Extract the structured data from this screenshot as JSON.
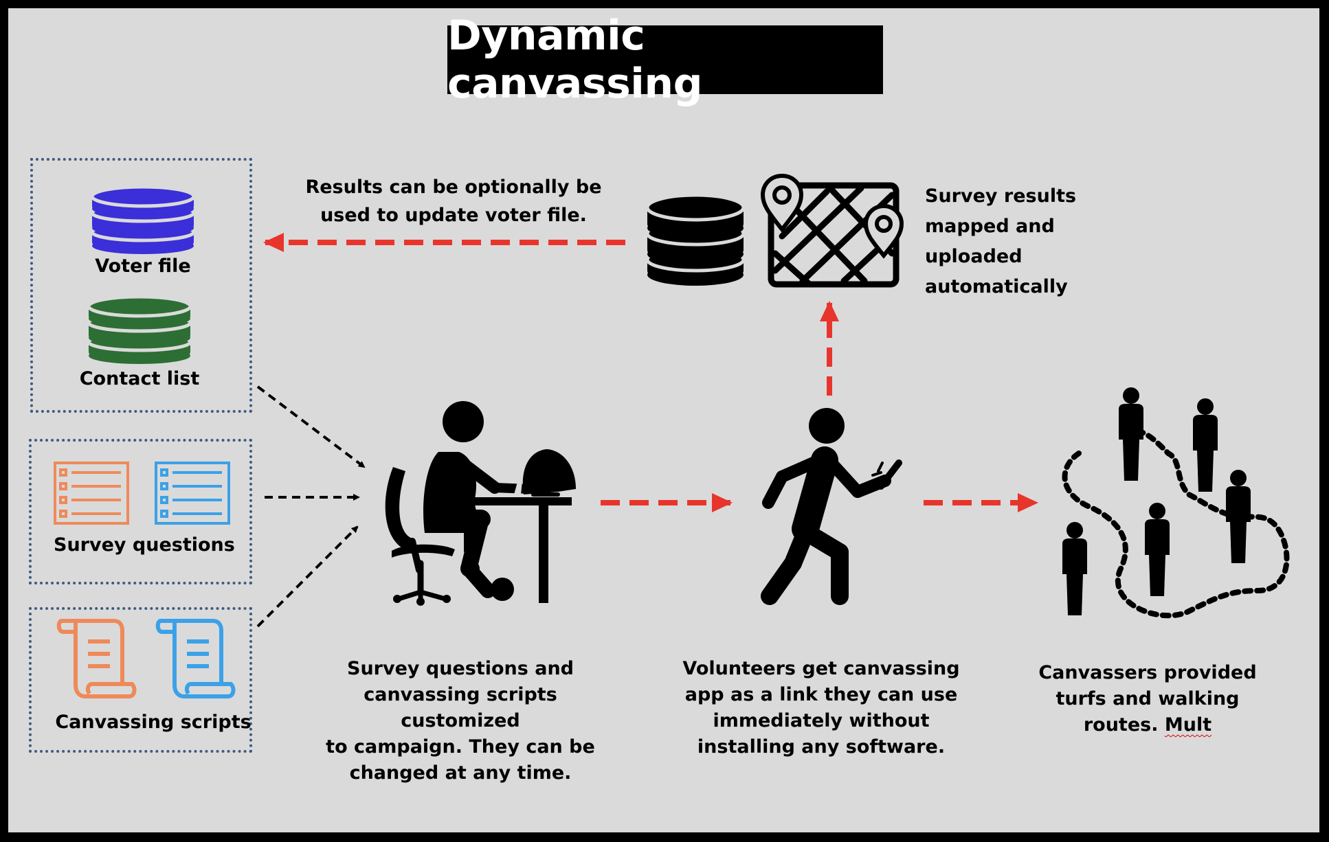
{
  "title": "Dynamic canvassing",
  "inputs": {
    "voter_file": "Voter file",
    "contact_list": "Contact list",
    "survey_questions": "Survey questions",
    "canvassing_scripts": "Canvassing scripts"
  },
  "notes": {
    "results_update_line1": "Results can be optionally be",
    "results_update_line2": "used to update voter file.",
    "survey_results_line1": "Survey results",
    "survey_results_line2": "mapped and",
    "survey_results_line3": "uploaded",
    "survey_results_line4": "automatically",
    "customized_line1": "Survey questions and",
    "customized_line2": "canvassing scripts customized",
    "customized_line3": "to campaign. They can be",
    "customized_line4": "changed at any time.",
    "volunteers_line1": "Volunteers get canvassing",
    "volunteers_line2": "app as a link they can use",
    "volunteers_line3": "immediately without",
    "volunteers_line4": "installing any software.",
    "canvassers_line1": "Canvassers provided",
    "canvassers_line2": "turfs and walking",
    "canvassers_line3_a": "routes. ",
    "canvassers_line3_b": "Mult"
  },
  "icons": {
    "voter_db": "database-icon",
    "contact_db": "database-icon",
    "survey_forms": "form-list-icon",
    "scripts": "scroll-icon",
    "results_db": "database-icon",
    "map": "map-pin-icon",
    "worker": "person-at-desk-icon",
    "walker": "walking-person-with-phone-icon",
    "canvassers": "people-route-icon"
  },
  "colors": {
    "voter_db": "#3a2fd8",
    "contact_db": "#2d6e35",
    "orange": "#ee8a5a",
    "blue": "#3ba1e8",
    "red_arrow": "#e8352c",
    "box_border": "#3d5a80"
  }
}
